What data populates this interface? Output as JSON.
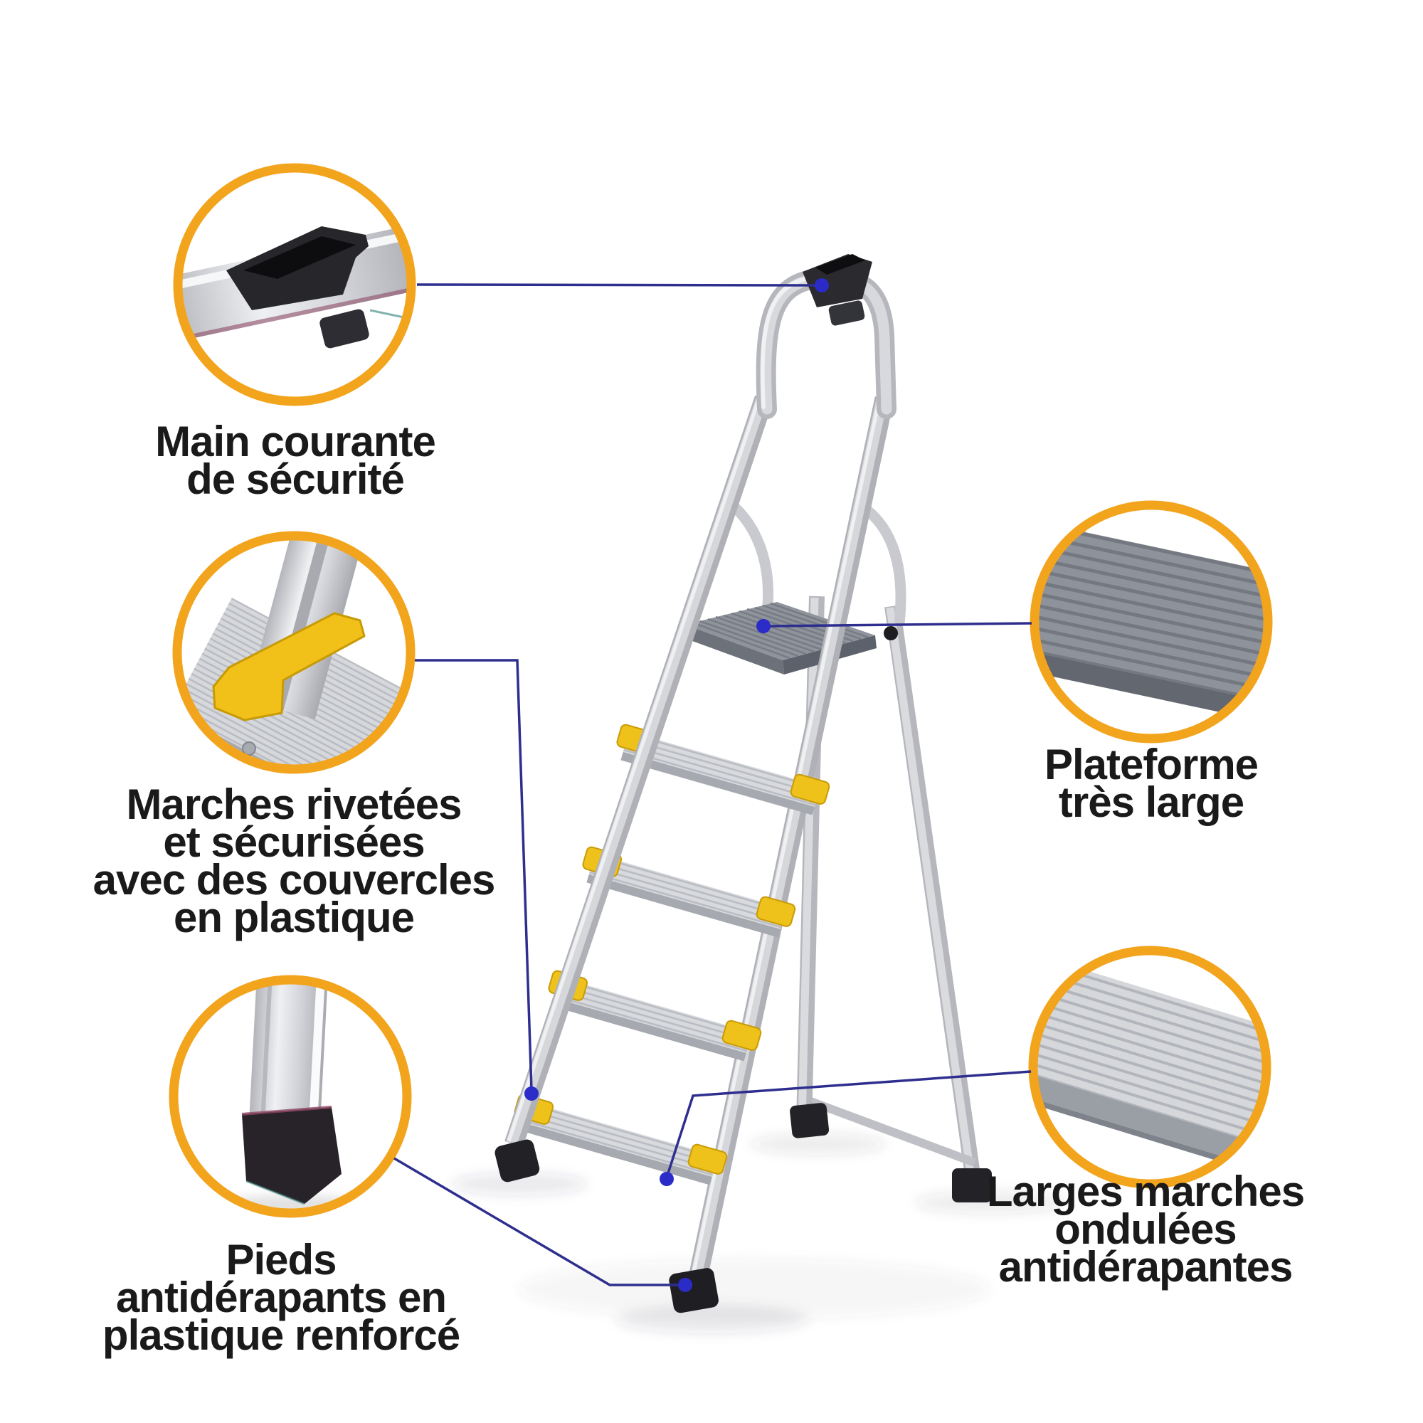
{
  "callouts": {
    "handrail": {
      "icon": "handrail-grip-closeup-photo",
      "lines": [
        "Main courante",
        "de sécurité"
      ]
    },
    "riveted_steps": {
      "icon": "step-plastic-cover-closeup-photo",
      "lines": [
        "Marches rivetées",
        "et sécurisées",
        "avec des couvercles",
        "en plastique"
      ]
    },
    "feet": {
      "icon": "antislip-foot-closeup-photo",
      "lines": [
        "Pieds",
        "antidérapants en",
        "plastique renforcé"
      ]
    },
    "platform": {
      "icon": "wide-platform-closeup-photo",
      "lines": [
        "Plateforme",
        "très large"
      ]
    },
    "wide_steps": {
      "icon": "corrugated-step-closeup-photo",
      "lines": [
        "Larges marches",
        "ondulées",
        "antidérapantes"
      ]
    }
  },
  "colors": {
    "ring_orange": "#F2A41D",
    "connector_navy": "#2E2E8F",
    "dot_blue": "#2B2BC8",
    "text": "#1A1A1A",
    "clip_yellow": "#EFC11B",
    "platform_gray": "#8F939B",
    "aluminum_light": "#D8DADE",
    "plastic_black": "#26262B",
    "background": "#FFFFFF"
  }
}
